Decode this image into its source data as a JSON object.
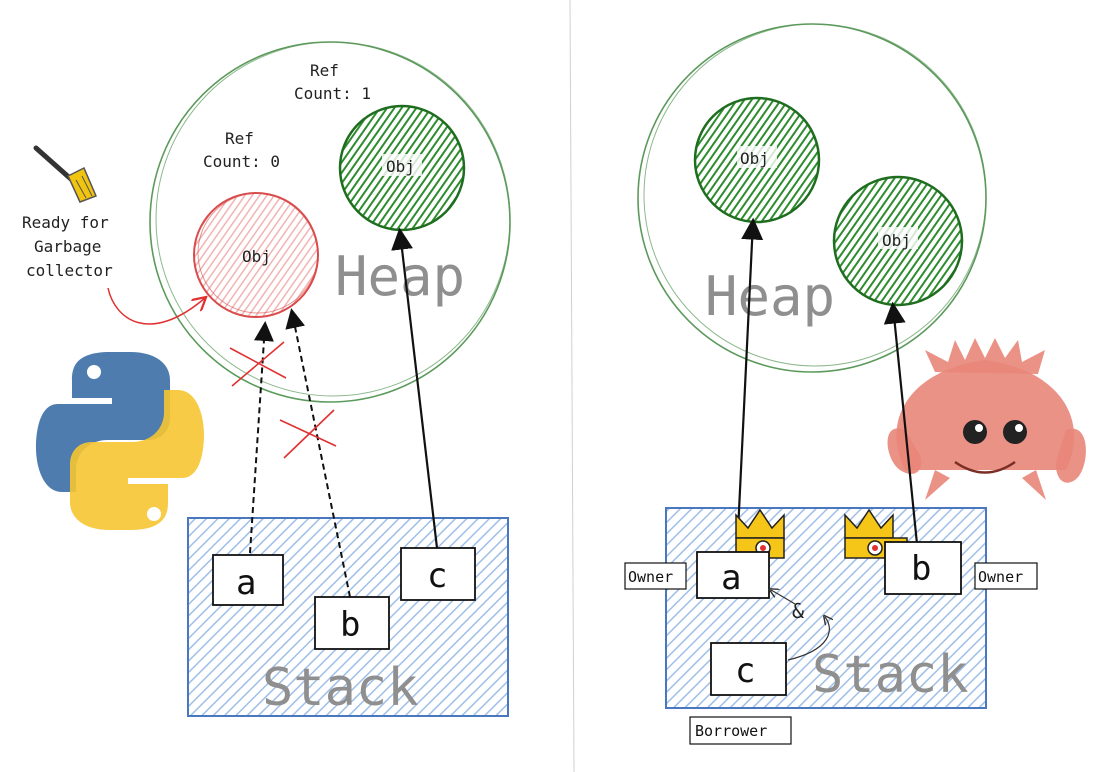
{
  "left": {
    "heap_label": "Heap",
    "stack_label": "Stack",
    "ref_count_zero": [
      "Ref",
      "Count: 0"
    ],
    "ref_count_one": [
      "Ref",
      "Count: 1"
    ],
    "gc_note": [
      "Ready for",
      "Garbage",
      "collector"
    ],
    "obj_label": "Obj",
    "vars": [
      "a",
      "b",
      "c"
    ]
  },
  "right": {
    "heap_label": "Heap",
    "stack_label": "Stack",
    "obj_label": "Obj",
    "vars": [
      "a",
      "b",
      "c"
    ],
    "owner_label": "Owner",
    "borrower_label": "Borrower",
    "borrow_symbol": "&"
  },
  "colors": {
    "heap_stroke": "#5c9a5c",
    "obj_fill": "#2e8b2e",
    "obj_dead_fill": "#f2b3b3",
    "obj_dead_stroke": "#d94c4c",
    "stack_fill": "#cfe0f5",
    "stack_stroke": "#4a78c0",
    "cross": "#e03131",
    "python_blue": "#3b6ea5",
    "python_yellow": "#f6c531",
    "crab": "#e9867a",
    "crown": "#f5c518"
  }
}
